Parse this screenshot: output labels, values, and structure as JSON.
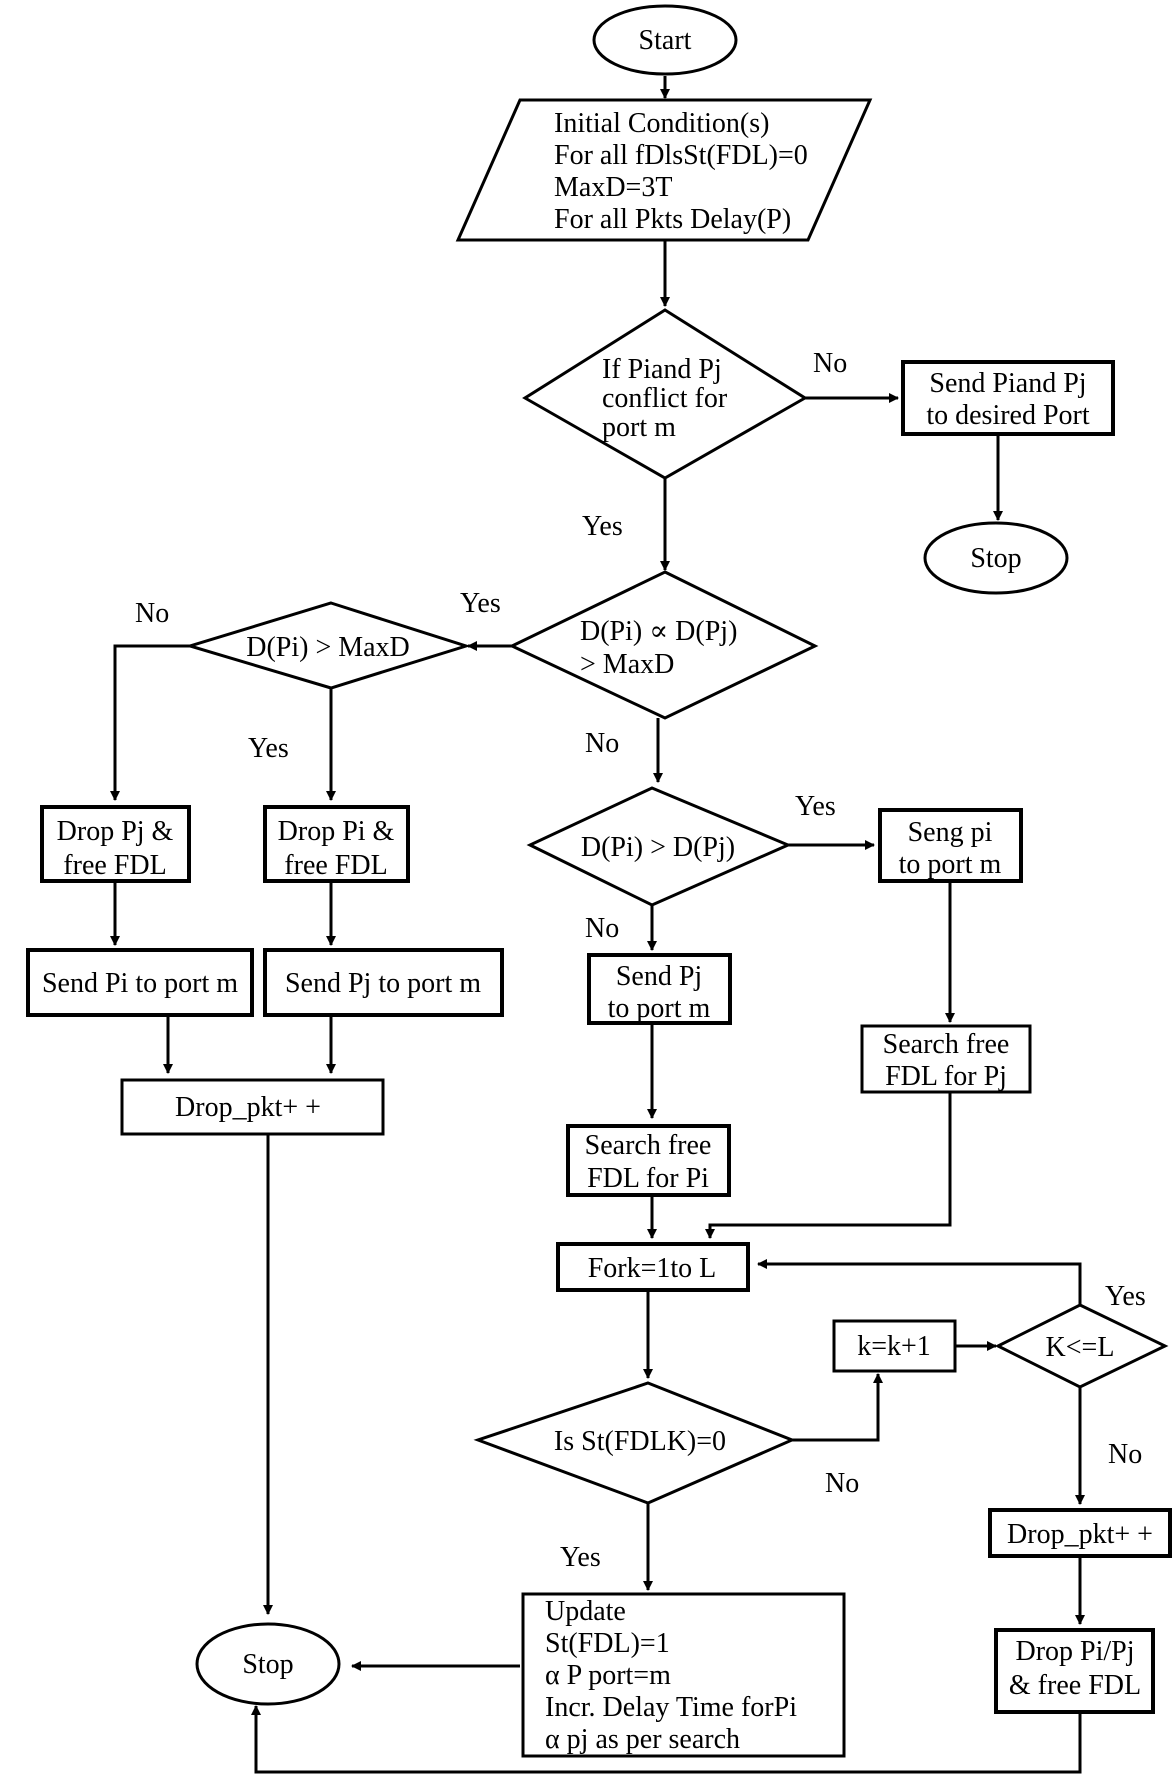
{
  "nodes": {
    "start": "Start",
    "init": [
      "Initial Condition(s)",
      "For all fDlsSt(FDL)=0",
      "MaxD=3T",
      "For all Pkts Delay(P)"
    ],
    "conflict": [
      "If Piand Pj",
      "conflict for",
      "port m"
    ],
    "send_desired": [
      "Send Piand Pj",
      "to desired Port"
    ],
    "stop_top": "Stop",
    "dcomp": [
      "D(Pi) ∝ D(Pj)",
      "> MaxD"
    ],
    "dpi_maxd": "D(Pi) > MaxD",
    "drop_pj": [
      "Drop Pj &",
      "free FDL"
    ],
    "drop_pi": [
      "Drop Pi &",
      "free FDL"
    ],
    "send_pi_m": "Send Pi to port m",
    "send_pj_m": "Send Pj to port m",
    "drop_pkt_left": "Drop_pkt+ +",
    "dpi_dpj": "D(Pi) > D(Pj)",
    "seng_pi": [
      "Seng pi",
      "to port m"
    ],
    "send_pj": [
      "Send Pj",
      "to port m"
    ],
    "search_pj": [
      "Search free",
      "FDL for Pj"
    ],
    "search_pi": [
      "Search free",
      "FDL for Pi"
    ],
    "fork": "Fork=1to L",
    "kinc": "k=k+1",
    "kle": "K<=L",
    "isst": "Is St(FDLK)=0",
    "drop_pkt_right": "Drop_pkt+ +",
    "update": [
      "Update",
      "St(FDL)=1",
      "α P  port=m",
      "Incr. Delay Time forPi",
      "α pj as per search"
    ],
    "drop_pipj": [
      "Drop Pi/Pj",
      "& free FDL"
    ],
    "stop_bottom": "Stop"
  },
  "edges": {
    "no_conflict": "No",
    "yes_conflict": "Yes",
    "yes_dcomp": "Yes",
    "no_dcomp": "No",
    "no_dpimaxd": "No",
    "yes_dpimaxd": "Yes",
    "yes_dpidpj": "Yes",
    "no_dpidpj": "No",
    "yes_kle": "Yes",
    "no_kle": "No",
    "no_isst": "No",
    "yes_isst": "Yes"
  }
}
